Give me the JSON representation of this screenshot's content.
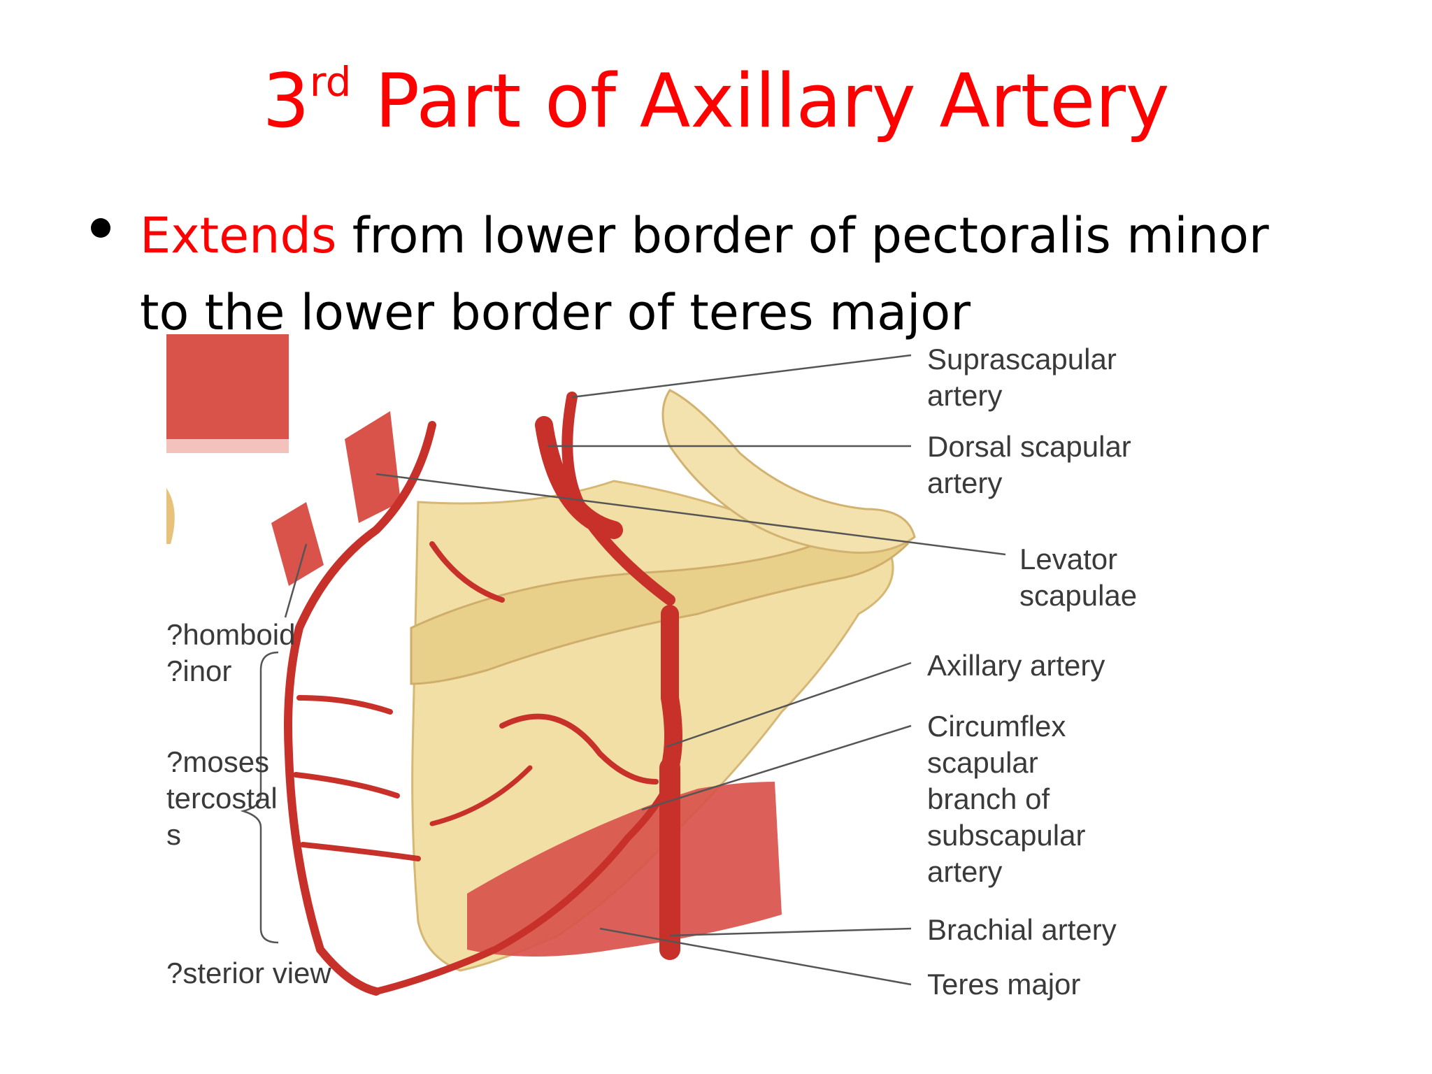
{
  "slide": {
    "title_main": "3",
    "title_sup": "rd",
    "title_rest": " Part of Axillary Artery",
    "bullet_accent": "Extends",
    "bullet_line1_rest": " from lower border of pectoralis minor",
    "bullet_line2": "to the lower border of teres major"
  },
  "colors": {
    "title": "#ff0000",
    "accent": "#ff0000",
    "artery": "#c8302a",
    "bone": "#f1dfa6",
    "muscle": "#d9534b"
  },
  "figure": {
    "labels_right": {
      "suprascapular": [
        "Suprascapular",
        "artery"
      ],
      "dorsal_scapular": [
        "Dorsal scapular",
        "artery"
      ],
      "levator": [
        "Levator",
        "scapulae"
      ],
      "axillary": "Axillary artery",
      "circumflex": [
        "Circumflex",
        "scapular",
        "branch of",
        "subscapular",
        "artery"
      ],
      "brachial": "Brachial artery",
      "teres": "Teres major"
    },
    "labels_left": {
      "rhomboid": [
        "?homboid",
        "?inor"
      ],
      "anastomoses": [
        "?moses",
        "tercostal",
        "s"
      ],
      "view": "?sterior view"
    }
  }
}
